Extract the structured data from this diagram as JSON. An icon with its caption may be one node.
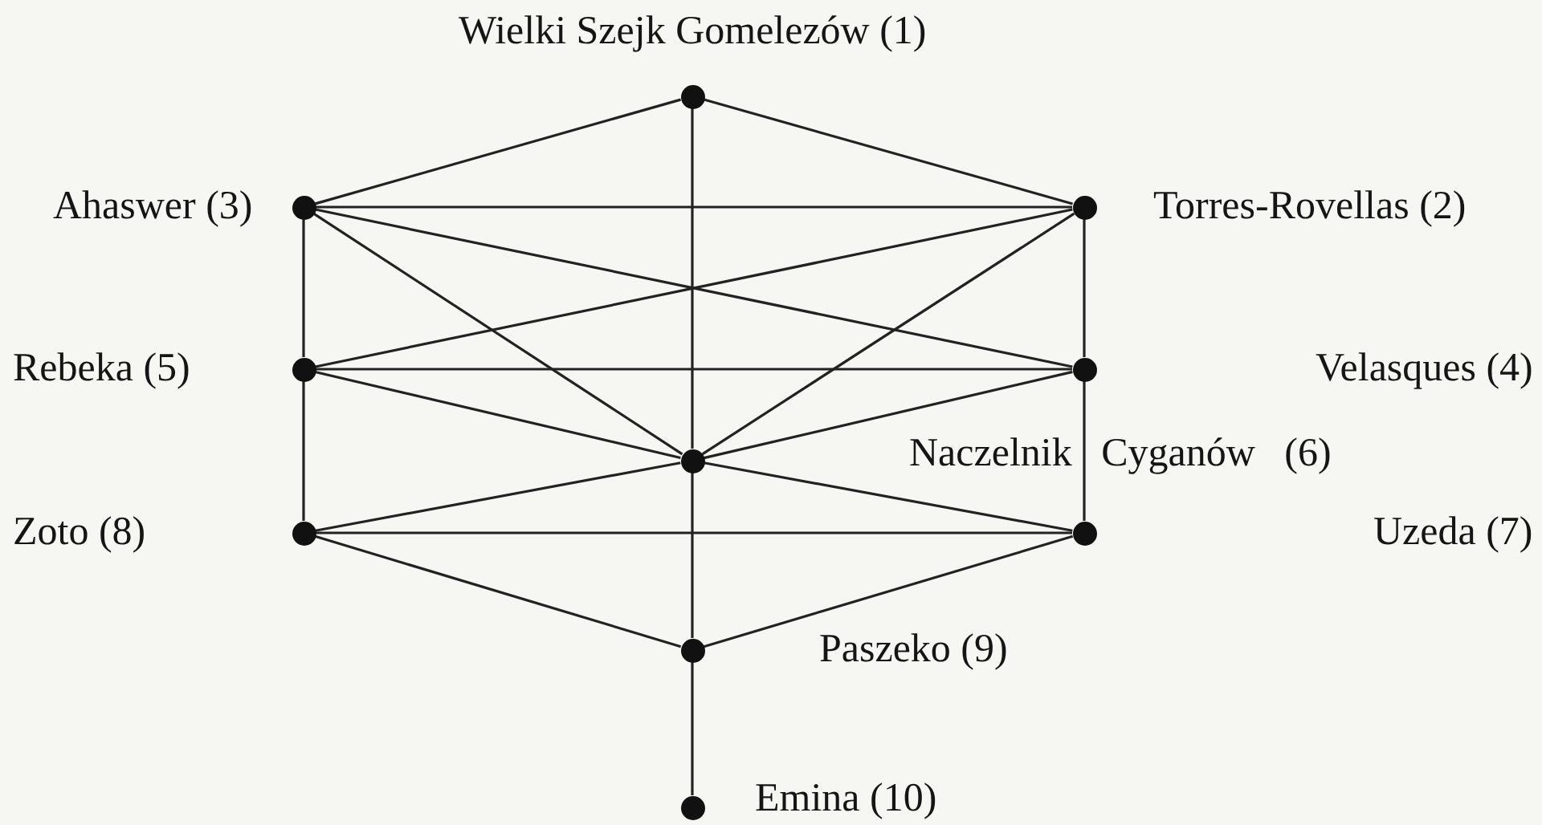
{
  "diagram": {
    "nodes": [
      {
        "text": [],
        "shape": "circle",
        "beside": [
          "Wielki Szejk Gomelezów (1)"
        ]
      },
      {
        "text": [],
        "shape": "circle",
        "beside": [
          "Torres-Rovellas (2)"
        ]
      },
      {
        "text": [],
        "shape": "circle",
        "beside": [
          "Ahaswer (3)"
        ]
      },
      {
        "text": [],
        "shape": "circle"
      },
      {
        "text": [],
        "shape": "circle",
        "beside": [
          "Rebeka (5)"
        ]
      },
      {
        "text": [],
        "shape": "circle"
      },
      {
        "text": [],
        "shape": "circle"
      },
      {
        "text": [],
        "shape": "circle",
        "beside": [
          "Zoto (8)"
        ]
      },
      {
        "text": [],
        "shape": "circle",
        "beside": [
          "Paszeko (9)"
        ]
      },
      {
        "text": [],
        "shape": "circle",
        "beside": [
          "Emina (10)"
        ]
      }
    ],
    "edges": [
      {
        "from": 0,
        "to": 2,
        "arrow": "none"
      },
      {
        "from": 0,
        "to": 1,
        "arrow": "none"
      },
      {
        "from": 0,
        "to": 5,
        "arrow": "none"
      },
      {
        "from": 2,
        "to": 1,
        "arrow": "none"
      },
      {
        "from": 2,
        "to": 4,
        "arrow": "none"
      },
      {
        "from": 2,
        "to": 3,
        "arrow": "none"
      },
      {
        "from": 2,
        "to": 5,
        "arrow": "none"
      },
      {
        "from": 1,
        "to": 3,
        "arrow": "none"
      },
      {
        "from": 1,
        "to": 4,
        "arrow": "none"
      },
      {
        "from": 1,
        "to": 5,
        "arrow": "none"
      },
      {
        "from": 4,
        "to": 3,
        "arrow": "none"
      },
      {
        "from": 4,
        "to": 5,
        "arrow": "none"
      },
      {
        "from": 4,
        "to": 7,
        "arrow": "none"
      },
      {
        "from": 3,
        "to": 5,
        "arrow": "none"
      },
      {
        "from": 3,
        "to": 6,
        "arrow": "none"
      },
      {
        "from": 7,
        "to": 5,
        "arrow": "none"
      },
      {
        "from": 7,
        "to": 6,
        "arrow": "none"
      },
      {
        "from": 7,
        "to": 8,
        "arrow": "none"
      },
      {
        "from": 6,
        "to": 5,
        "arrow": "none"
      },
      {
        "from": 6,
        "to": 8,
        "arrow": "none"
      },
      {
        "from": 5,
        "to": 8,
        "arrow": "none"
      },
      {
        "from": 8,
        "to": 9,
        "arrow": "none"
      }
    ],
    "labels": [
      "Velasques (4)",
      "Naczelnik Cyganów (6)",
      "Uzeda (7)"
    ]
  }
}
